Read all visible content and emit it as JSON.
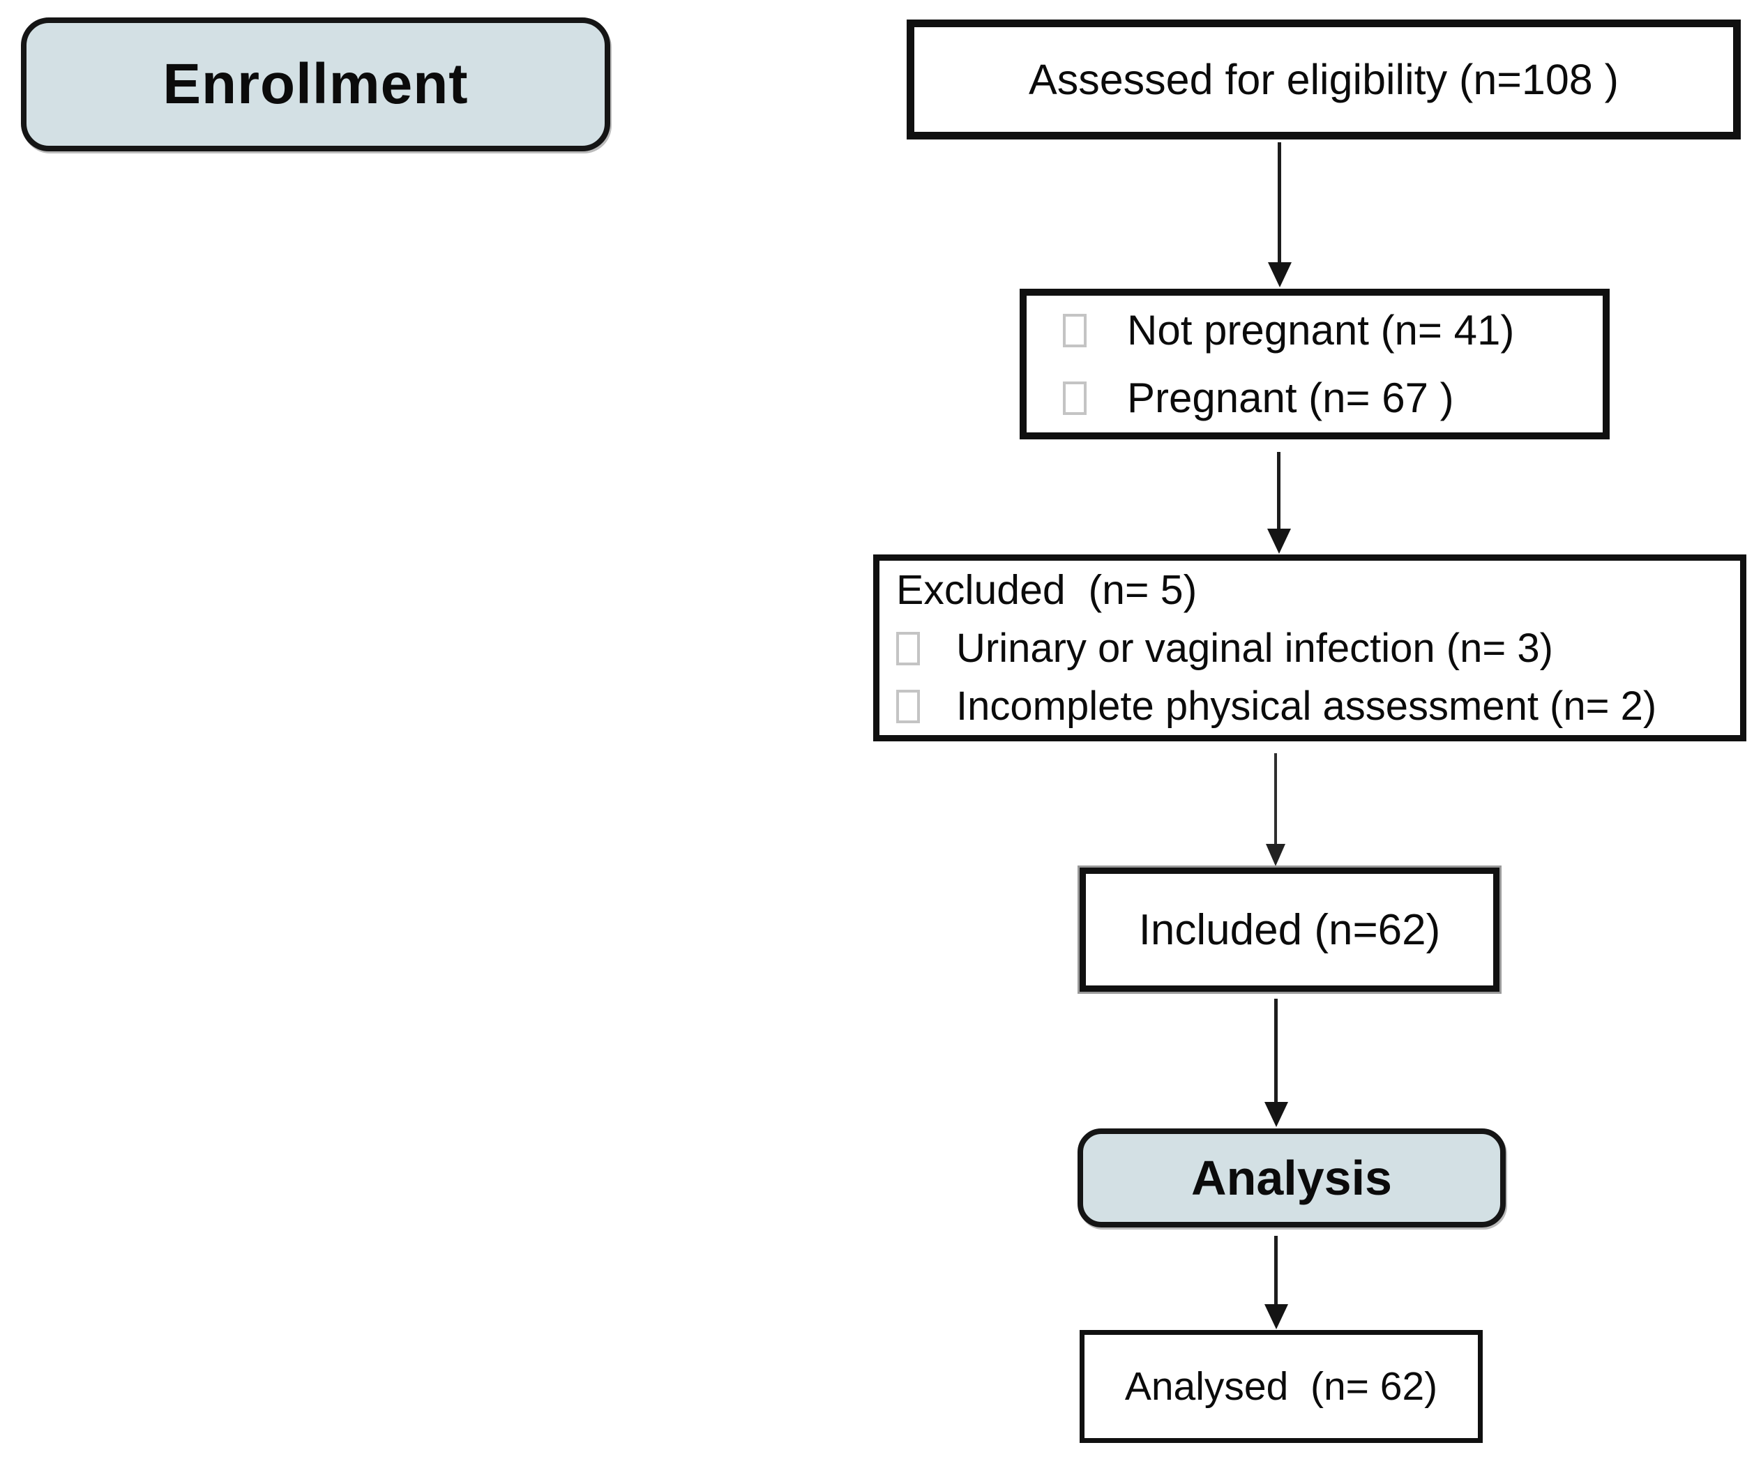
{
  "colors": {
    "stage_fill": "#d3e0e4",
    "box_border": "#101010",
    "arrow": "#1c1c1c",
    "bullet_border": "#c4c4c4"
  },
  "stages": {
    "enrollment_label": "Enrollment",
    "analysis_label": "Analysis"
  },
  "boxes": {
    "assessed": "Assessed for eligibility (n=108 )",
    "screening_items": [
      "Not pregnant (n= 41)",
      "Pregnant (n= 67 )"
    ],
    "excluded_header": "Excluded  (n= 5)",
    "excluded_items": [
      "Urinary or vaginal infection (n= 3)",
      "Incomplete physical assessment (n= 2)"
    ],
    "included": "Included (n=62)",
    "analysed": "Analysed  (n= 62)"
  }
}
